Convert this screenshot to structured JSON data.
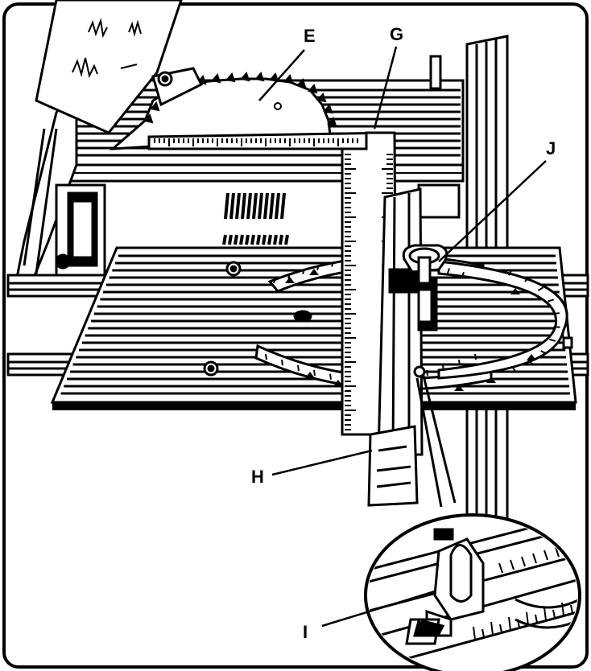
{
  "labels": {
    "e": "E",
    "g": "G",
    "h": "H",
    "i": "I",
    "j": "J"
  },
  "colors": {
    "ink": "#000000",
    "paper": "#ffffff"
  }
}
